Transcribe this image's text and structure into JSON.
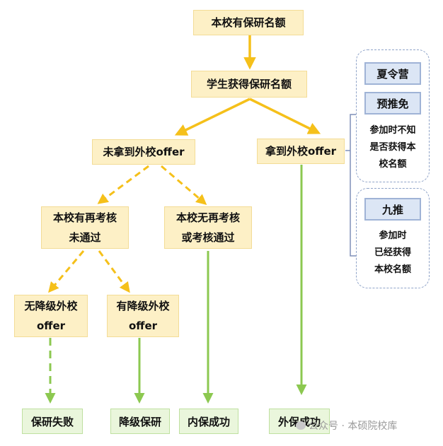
{
  "nodes": {
    "root": "本校有保研名额",
    "obtain": "学生获得保研名额",
    "no_offer": "未拿到外校offer",
    "has_offer": "拿到外校offer",
    "recheck_fail": [
      "本校有再考核",
      "未通过"
    ],
    "recheck_pass": [
      "本校无再考核",
      "或考核通过"
    ],
    "no_downgrade": [
      "无降级外校",
      "offer"
    ],
    "downgrade": [
      "有降级外校",
      "offer"
    ]
  },
  "outcomes": {
    "fail": "保研失败",
    "downgrade": "降级保研",
    "internal": "内保成功",
    "external": "外保成功"
  },
  "side": {
    "group1_tags": [
      "夏令营",
      "预推免"
    ],
    "group1_note": [
      "参加时不知",
      "是否获得本",
      "校名额"
    ],
    "group2_tag": "九推",
    "group2_note": [
      "参加时",
      "已经获得",
      "本校名额"
    ]
  },
  "colors": {
    "solid_arrow": "#f5c01a",
    "dashed_arrow": "#f5c01a",
    "green_arrow": "#8cc850",
    "bracket": "#7f8fb8"
  },
  "watermark": "公众号 · 本硕院校库"
}
